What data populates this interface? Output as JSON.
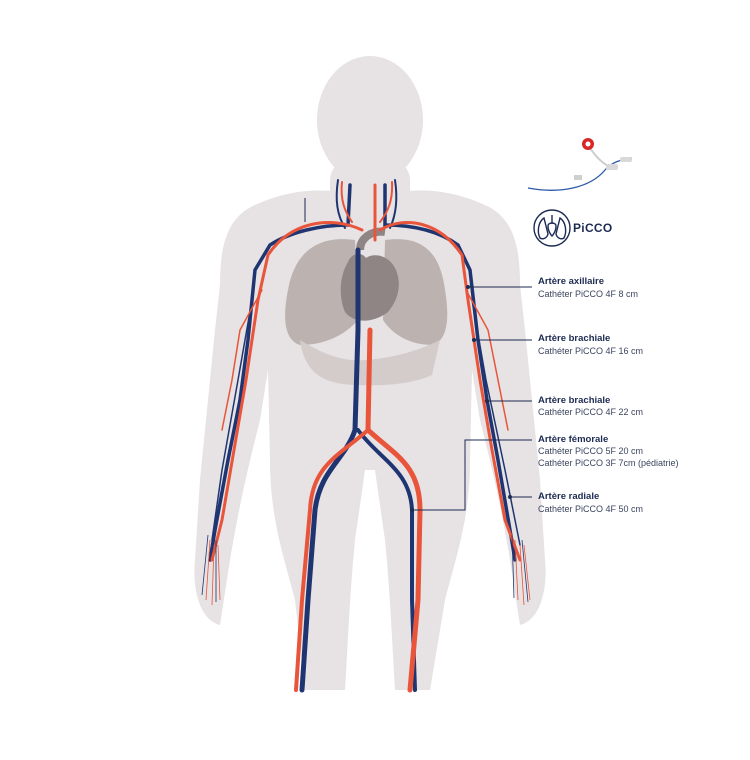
{
  "brand": {
    "name": "PiCCO",
    "icon": "lungs-heart-icon"
  },
  "colors": {
    "artery": "#e8553a",
    "vein": "#1f3572",
    "body": "#e7e2e3",
    "organ": "#8e8584",
    "lung": "#bcb3b1",
    "text": "#1d2b52"
  },
  "labels": [
    {
      "title": "Artère axillaire",
      "lines": [
        "Cathéter PiCCO 4F 8 cm"
      ]
    },
    {
      "title": "Artère brachiale",
      "lines": [
        "Cathéter PiCCO 4F 16 cm"
      ]
    },
    {
      "title": "Artère brachiale",
      "lines": [
        "Cathéter PiCCO 4F 22 cm"
      ]
    },
    {
      "title": "Artère fémorale",
      "lines": [
        "Cathéter PiCCO 5F 20 cm",
        "Cathéter PiCCO 3F 7cm (pédiatrie)"
      ]
    },
    {
      "title": "Artère radiale",
      "lines": [
        "Cathéter PiCCO 4F 50 cm"
      ]
    }
  ]
}
